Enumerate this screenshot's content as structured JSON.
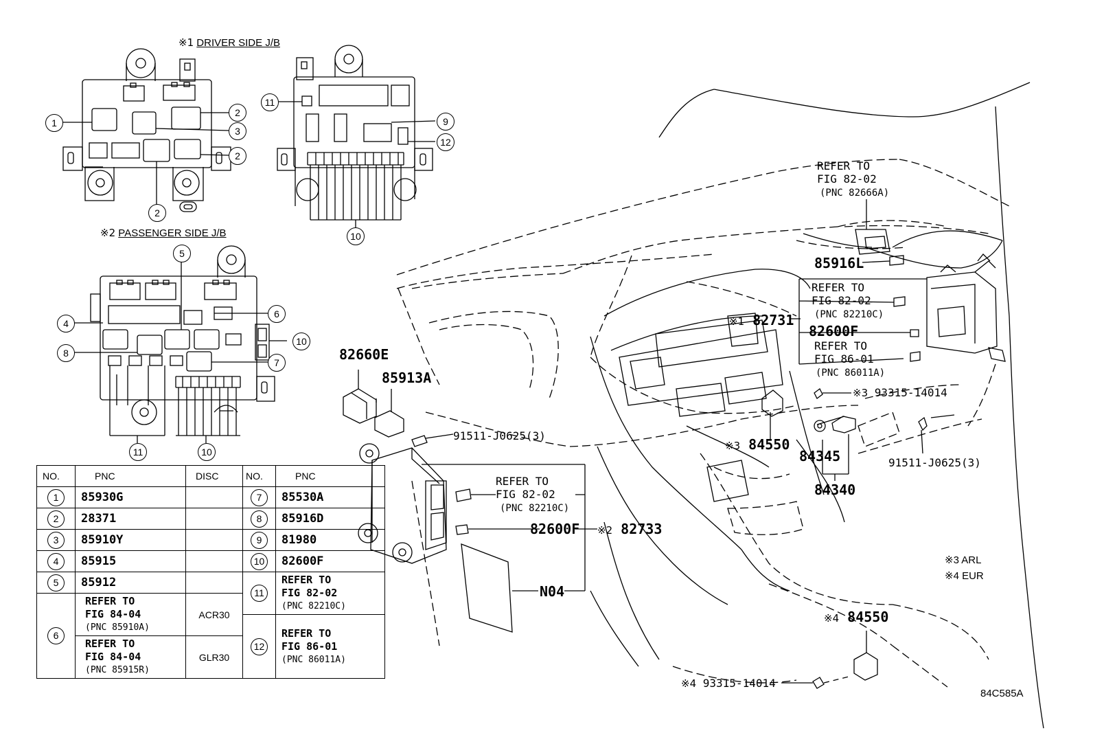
{
  "headers": {
    "driver_jb": "DRIVER SIDE J/B",
    "passenger_jb": "PASSENGER SIDE J/B",
    "mark1": "※1",
    "mark2": "※2"
  },
  "callouts": [
    "1",
    "2",
    "3",
    "2",
    "2",
    "11",
    "9",
    "12",
    "10",
    "5",
    "4",
    "6",
    "8",
    "7",
    "10",
    "11",
    "10"
  ],
  "table": {
    "headers": [
      "NO.",
      "PNC",
      "DISC",
      "NO.",
      "PNC"
    ],
    "left_rows": [
      {
        "no": "1",
        "pnc": "85930G",
        "disc": ""
      },
      {
        "no": "2",
        "pnc": "28371",
        "disc": ""
      },
      {
        "no": "3",
        "pnc": "85910Y",
        "disc": ""
      },
      {
        "no": "4",
        "pnc": "85915",
        "disc": ""
      },
      {
        "no": "5",
        "pnc": "85912",
        "disc": ""
      }
    ],
    "row6": {
      "no": "6",
      "a": {
        "l1": "REFER TO",
        "l2": "FIG 84-04",
        "l3": "(PNC 85910A)",
        "disc": "ACR30"
      },
      "b": {
        "l1": "REFER TO",
        "l2": "FIG 84-04",
        "l3": "(PNC 85915R)",
        "disc": "GLR30"
      }
    },
    "right_rows": [
      {
        "no": "7",
        "pnc": "85530A"
      },
      {
        "no": "8",
        "pnc": "85916D"
      },
      {
        "no": "9",
        "pnc": "81980"
      },
      {
        "no": "10",
        "pnc": "82600F"
      }
    ],
    "row11": {
      "no": "11",
      "l1": "REFER TO",
      "l2": "FIG 82-02",
      "l3": "(PNC 82210C)"
    },
    "row12": {
      "no": "12",
      "l1": "REFER TO",
      "l2": "FIG 86-01",
      "l3": "(PNC 86011A)"
    }
  },
  "labels": {
    "p82660E": "82660E",
    "p85913A": "85913A",
    "p91511a": "91511-J0625(3)",
    "ref82_a1": "REFER TO",
    "ref82_a2": "FIG 82-02",
    "ref82_a3": "(PNC 82210C)",
    "p82600F_a": "82600F",
    "mark2b": "※2",
    "p82733": "82733",
    "pN04": "N04",
    "refTop1": "REFER TO",
    "refTop2": "FIG 82-02",
    "refTop3": "(PNC 82666A)",
    "p85916L": "85916L",
    "refR1a": "REFER TO",
    "refR1b": "FIG 82-02",
    "refR1c": "(PNC 82210C)",
    "mark1b": "※1",
    "p82731": "82731",
    "p82600F_b": "82600F",
    "refR2a": "REFER TO",
    "refR2b": "FIG 86-01",
    "refR2c": "(PNC 86011A)",
    "mark3a": "※3",
    "p93315a": "93315-14014",
    "mark3b": "※3",
    "p84550a": "84550",
    "p84345": "84345",
    "p84340": "84340",
    "p91511b": "91511-J0625(3)",
    "note3": "※3 ARL",
    "note4": "※4 EUR",
    "mark4a": "※4",
    "p84550b": "84550",
    "mark4b": "※4",
    "p93315b": "93315-14014",
    "figcode": "84C585A"
  }
}
